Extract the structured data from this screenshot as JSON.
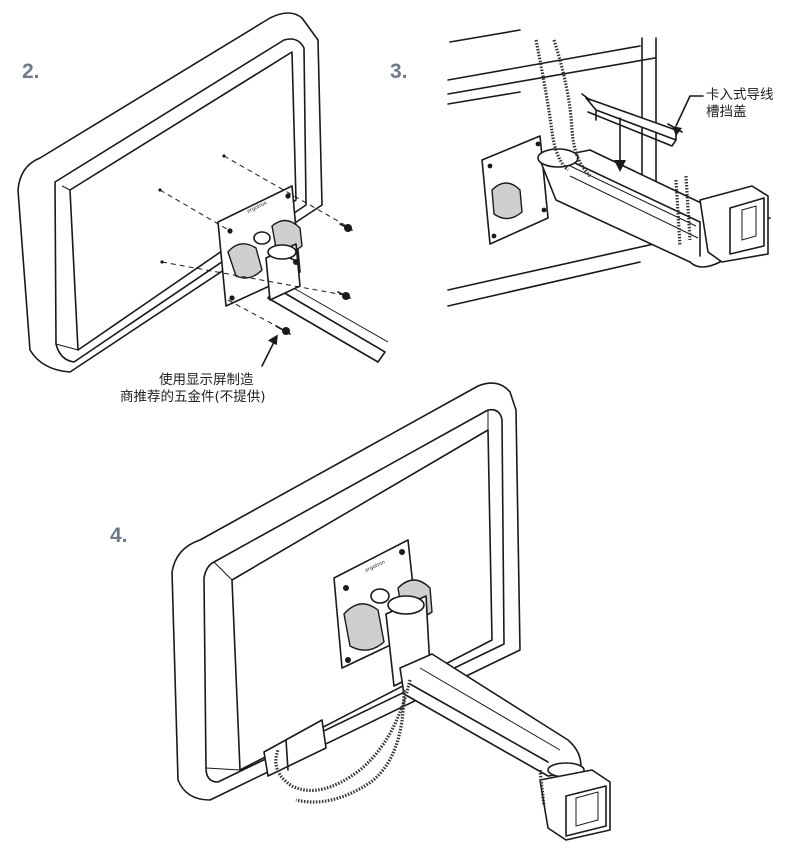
{
  "steps": [
    {
      "number": "2."
    },
    {
      "number": "3."
    },
    {
      "number": "4."
    }
  ],
  "callouts": {
    "hardware_line1": "使用显示屏制造",
    "hardware_line2": "商推荐的五金件(不提供)",
    "cover_line1": "卡入式导线",
    "cover_line2": "槽挡盖"
  },
  "colors": {
    "step_number": "#6e7a88",
    "line_art": "#1a1a1a"
  }
}
